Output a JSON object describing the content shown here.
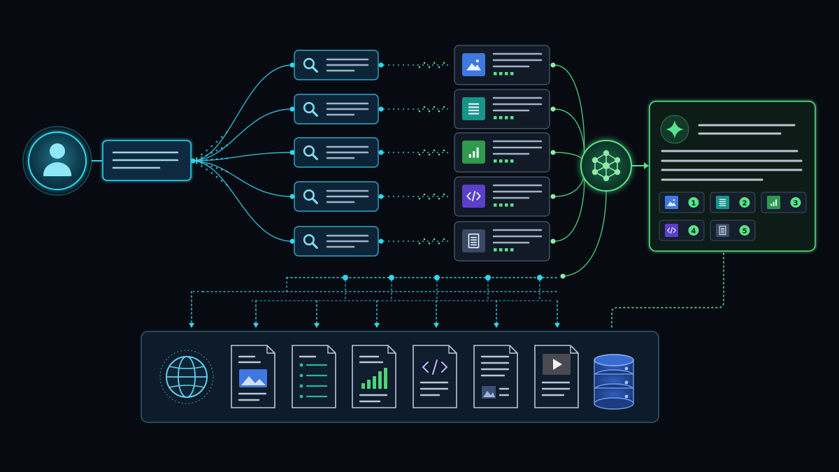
{
  "colors": {
    "background": "#070b11",
    "cyan": "#2fd6f0",
    "cyan_soft": "#7fdcf0",
    "green": "#57e38a",
    "green_soft": "#8fe9a6",
    "blue_icon": "#3f78e0",
    "teal_icon": "#169488",
    "green_icon": "#2f9a4c",
    "purple_icon": "#5a3fc8",
    "slate_icon": "#3a4a63",
    "text_line": "#9fb3c8"
  },
  "user": {
    "icon": "user-icon"
  },
  "query": {
    "icon": "text-lines-icon"
  },
  "search_tasks": [
    {
      "icon": "magnifier-icon"
    },
    {
      "icon": "magnifier-icon"
    },
    {
      "icon": "magnifier-icon"
    },
    {
      "icon": "magnifier-icon"
    },
    {
      "icon": "magnifier-icon"
    }
  ],
  "result_cards": [
    {
      "icon": "image-icon",
      "color": "#3f78e0"
    },
    {
      "icon": "list-icon",
      "color": "#169488"
    },
    {
      "icon": "bar-chart-icon",
      "color": "#2f9a4c"
    },
    {
      "icon": "code-icon",
      "color": "#5a3fc8"
    },
    {
      "icon": "document-icon",
      "color": "#3a4a63"
    }
  ],
  "aggregator": {
    "icon": "network-graph-icon"
  },
  "answer_panel": {
    "icon": "sparkle-icon",
    "citations": [
      {
        "icon": "image-icon",
        "color": "#3f78e0",
        "number": "1"
      },
      {
        "icon": "list-icon",
        "color": "#169488",
        "number": "2"
      },
      {
        "icon": "bar-chart-icon",
        "color": "#2f9a4c",
        "number": "3"
      },
      {
        "icon": "code-icon",
        "color": "#5a3fc8",
        "number": "4"
      },
      {
        "icon": "document-icon",
        "color": "#3a4a63",
        "number": "5"
      }
    ]
  },
  "sources": [
    {
      "icon": "globe-icon"
    },
    {
      "icon": "image-document-icon"
    },
    {
      "icon": "list-document-icon"
    },
    {
      "icon": "chart-document-icon"
    },
    {
      "icon": "code-document-icon"
    },
    {
      "icon": "text-image-document-icon"
    },
    {
      "icon": "video-document-icon"
    },
    {
      "icon": "database-icon"
    }
  ]
}
